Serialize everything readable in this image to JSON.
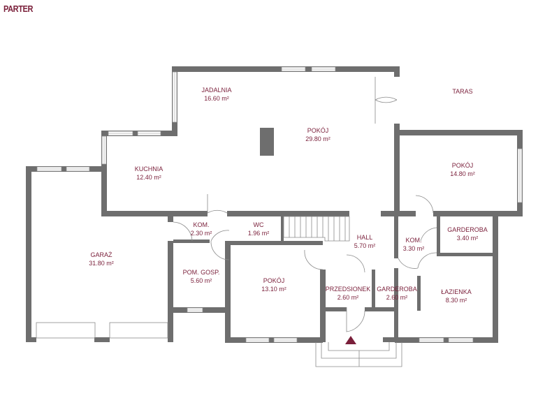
{
  "title": "PARTER",
  "colors": {
    "label": "#7a1f3a",
    "wall": "#6e6e6e",
    "entrance_marker": "#7a1f3a"
  },
  "rooms": [
    {
      "name": "JADALNIA",
      "area": "16.60 m²"
    },
    {
      "name": "POKÓJ",
      "area": "29.80 m²"
    },
    {
      "name": "TARAS",
      "area": ""
    },
    {
      "name": "KUCHNIA",
      "area": "12.40 m²"
    },
    {
      "name": "POKÓJ",
      "area": "14.80 m²"
    },
    {
      "name": "GARAŻ",
      "area": "31.80 m²"
    },
    {
      "name": "KOM.",
      "area": "2.30 m²"
    },
    {
      "name": "WC",
      "area": "1.96 m²"
    },
    {
      "name": "HALL",
      "area": "5.70 m²"
    },
    {
      "name": "KOM.",
      "area": "3.30 m²"
    },
    {
      "name": "GARDEROBA",
      "area": "3.40 m²"
    },
    {
      "name": "POM. GOSP.",
      "area": "5.60 m²"
    },
    {
      "name": "POKÓJ",
      "area": "13.10 m²"
    },
    {
      "name": "PRZEDSIONEK",
      "area": "2.60 m²"
    },
    {
      "name": "GARDEROBA",
      "area": "2.60 m²"
    },
    {
      "name": "ŁAZIENKA",
      "area": "8.30 m²"
    }
  ],
  "entrance_icon": "triangle-up"
}
